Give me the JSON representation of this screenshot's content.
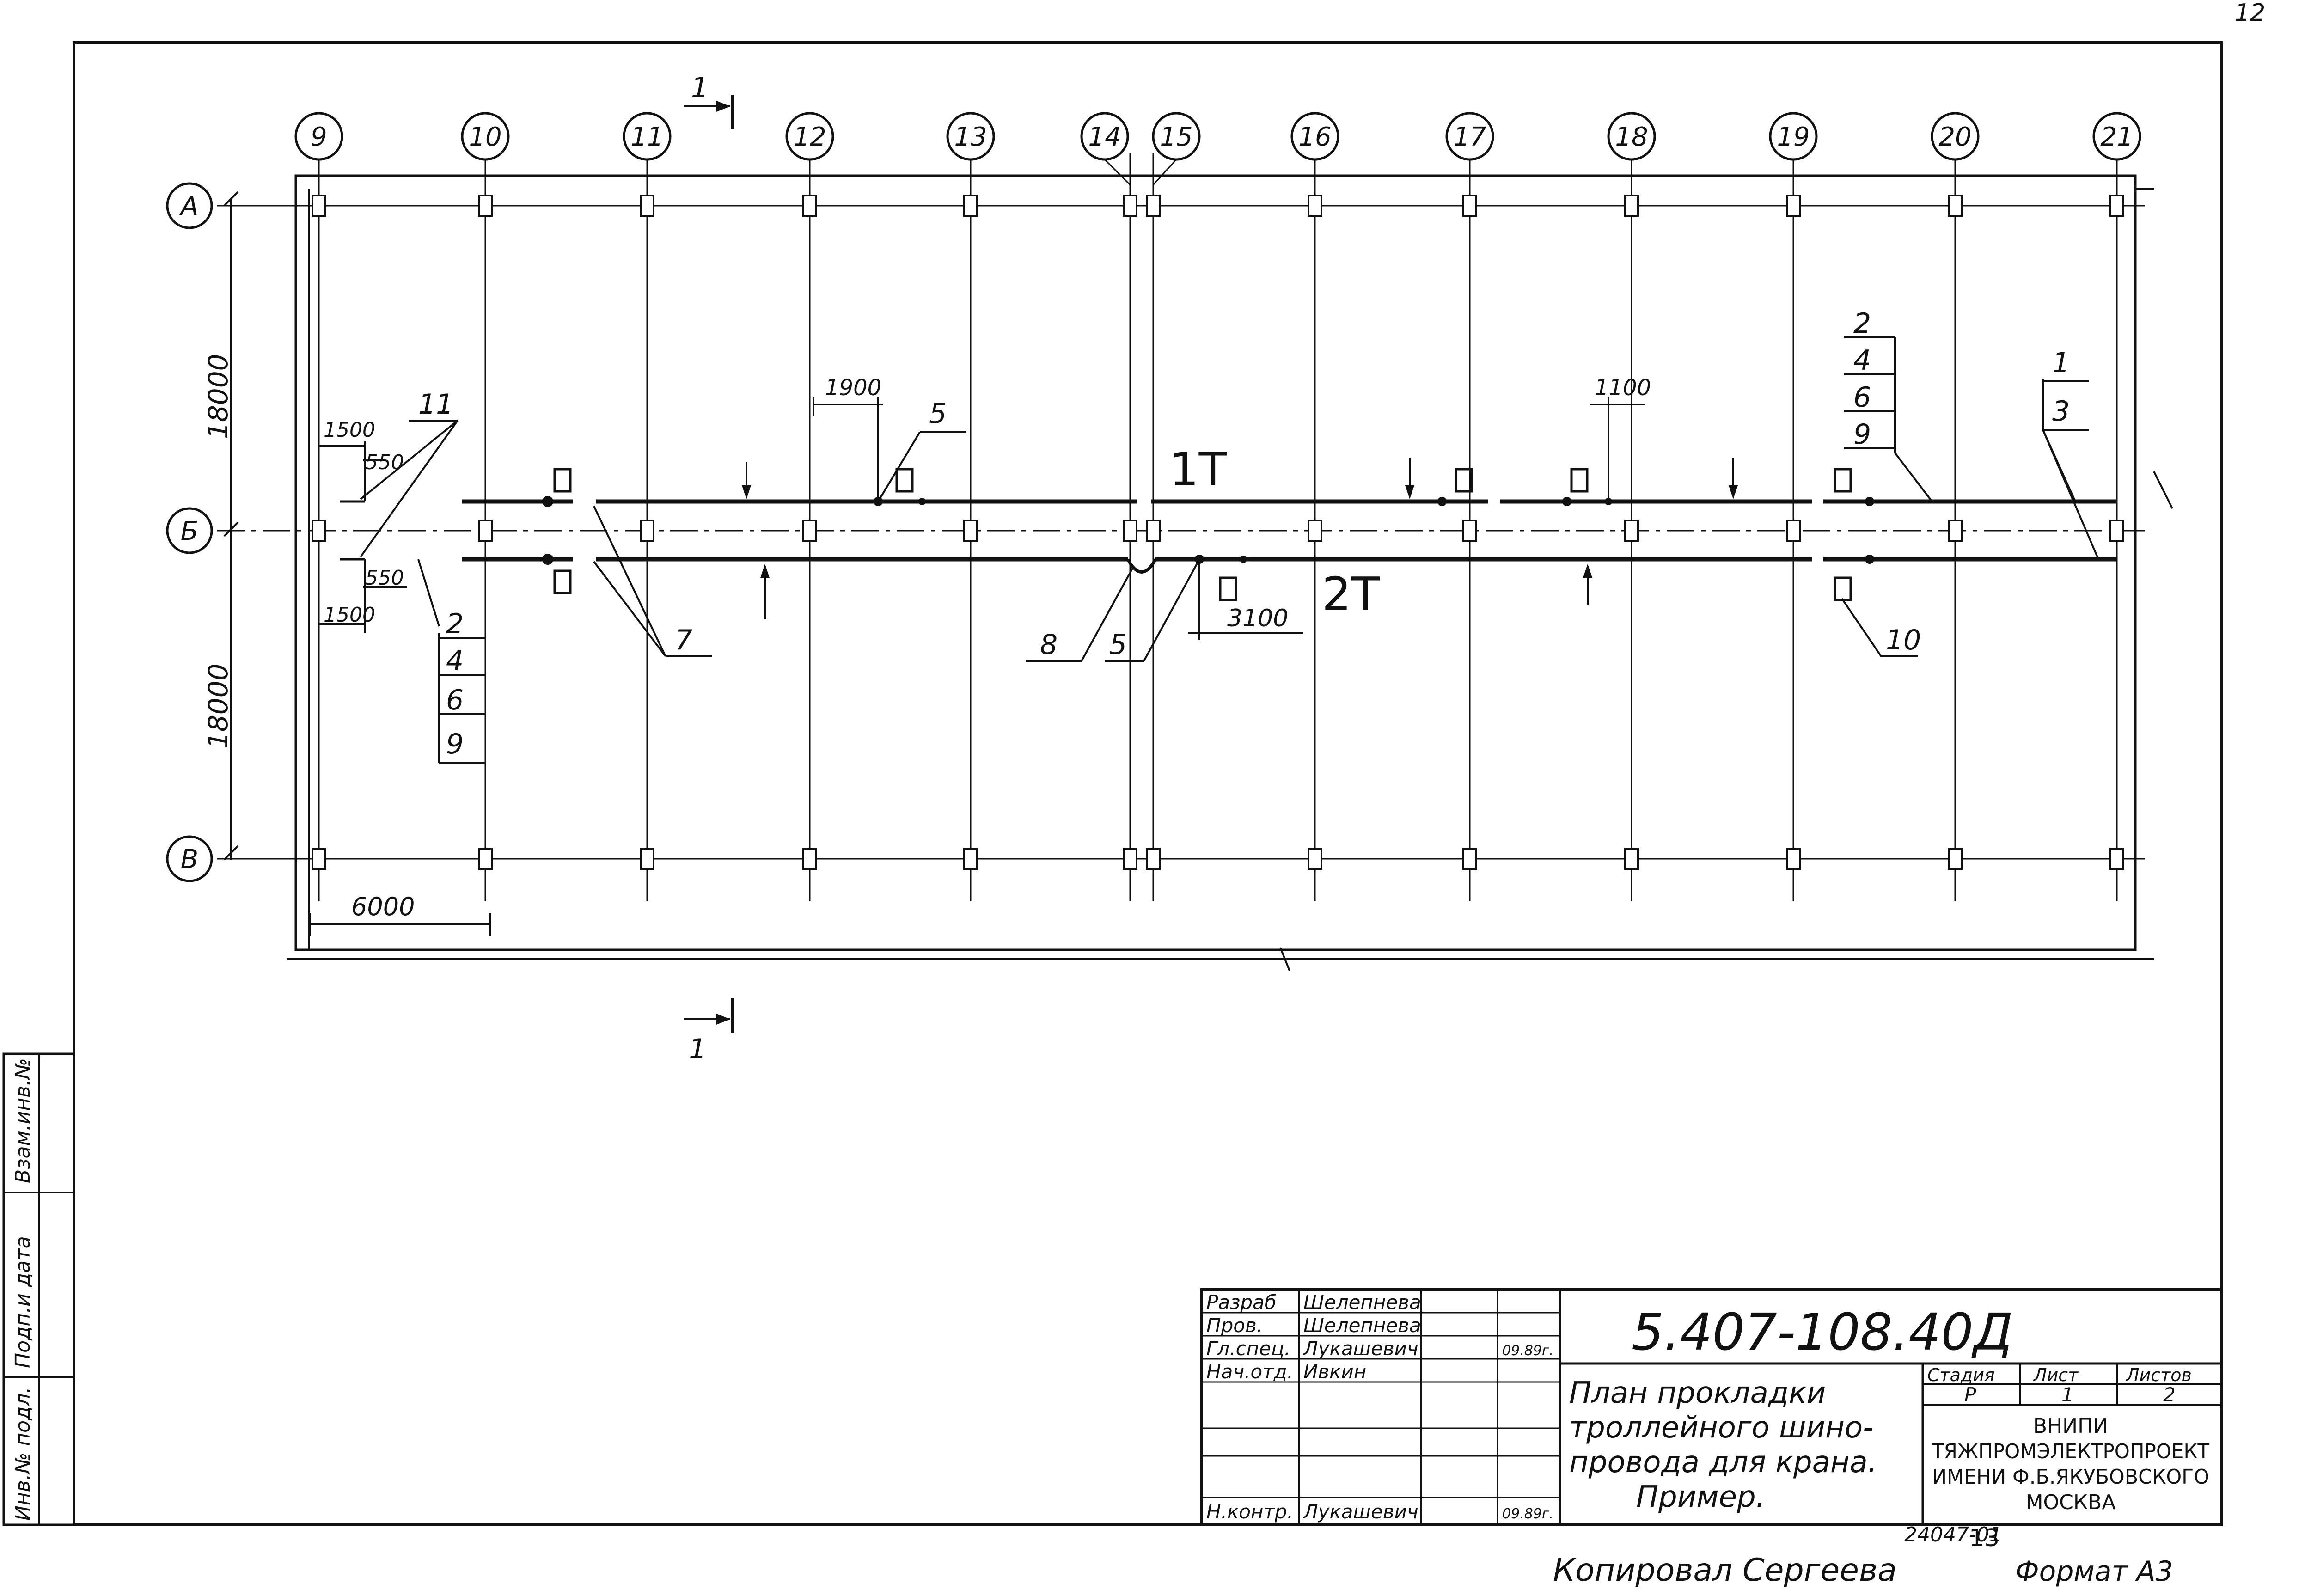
{
  "sheet": {
    "page_number": "12",
    "drawing_code": "5.407-108.40Д",
    "drawing_title": [
      "План прокладки",
      "троллейного шино-",
      "провода для крана.",
      "Пример."
    ],
    "stage_header": "Стадия",
    "sheet_header": "Лист",
    "sheets_header": "Листов",
    "stage_value": "Р",
    "sheet_value": "1",
    "sheets_value": "2",
    "org": [
      "ВНИПИ",
      "ТЯЖПРОМЭЛЕКТРОПРОЕКТ",
      "ИМЕНИ Ф.Б.ЯКУБОВСКОГО",
      "МОСКВА"
    ],
    "signatures": [
      {
        "role": "Разраб",
        "name": "Шелепнева",
        "date": ""
      },
      {
        "role": "Пров.",
        "name": "Шелепнева",
        "date": ""
      },
      {
        "role": "Гл.спец.",
        "name": "Лукашевич",
        "date": "09.89г."
      },
      {
        "role": "Нач.отд.",
        "name": "Ивкин",
        "date": ""
      },
      {
        "role": "Н.контр.",
        "name": "Лукашевич",
        "date": "09.89г."
      }
    ],
    "side_stamp": [
      "Инв.№ подл.",
      "Подп.и дата",
      "Взам.инв.№"
    ],
    "bottom_note": "Копировал Сергеева",
    "order_number": "24047-01",
    "copy_number": "13",
    "format": "Формат А3"
  },
  "plan": {
    "column_axes": [
      "9",
      "10",
      "11",
      "12",
      "13",
      "14",
      "15",
      "16",
      "17",
      "18",
      "19",
      "20",
      "21"
    ],
    "row_axes": [
      "А",
      "Б",
      "В"
    ],
    "span_dims": [
      "18000",
      "18000"
    ],
    "bay_dim": "6000",
    "section_mark": "1",
    "line_labels": [
      "1Т",
      "2Т"
    ],
    "dims": [
      "1500",
      "550",
      "550",
      "1500",
      "1900",
      "1100",
      "3100"
    ],
    "callouts": [
      {
        "id": "11"
      },
      {
        "id": "5"
      },
      {
        "id": "7"
      },
      {
        "id": "8"
      },
      {
        "id": "5"
      },
      {
        "id": "10"
      },
      {
        "id": "2-4-6-9",
        "stack": [
          "2",
          "4",
          "6",
          "9"
        ]
      },
      {
        "id": "2-4-6-9b",
        "stack": [
          "2",
          "4",
          "6",
          "9"
        ]
      },
      {
        "id": "1-3",
        "stack": [
          "1",
          "3"
        ]
      }
    ]
  }
}
